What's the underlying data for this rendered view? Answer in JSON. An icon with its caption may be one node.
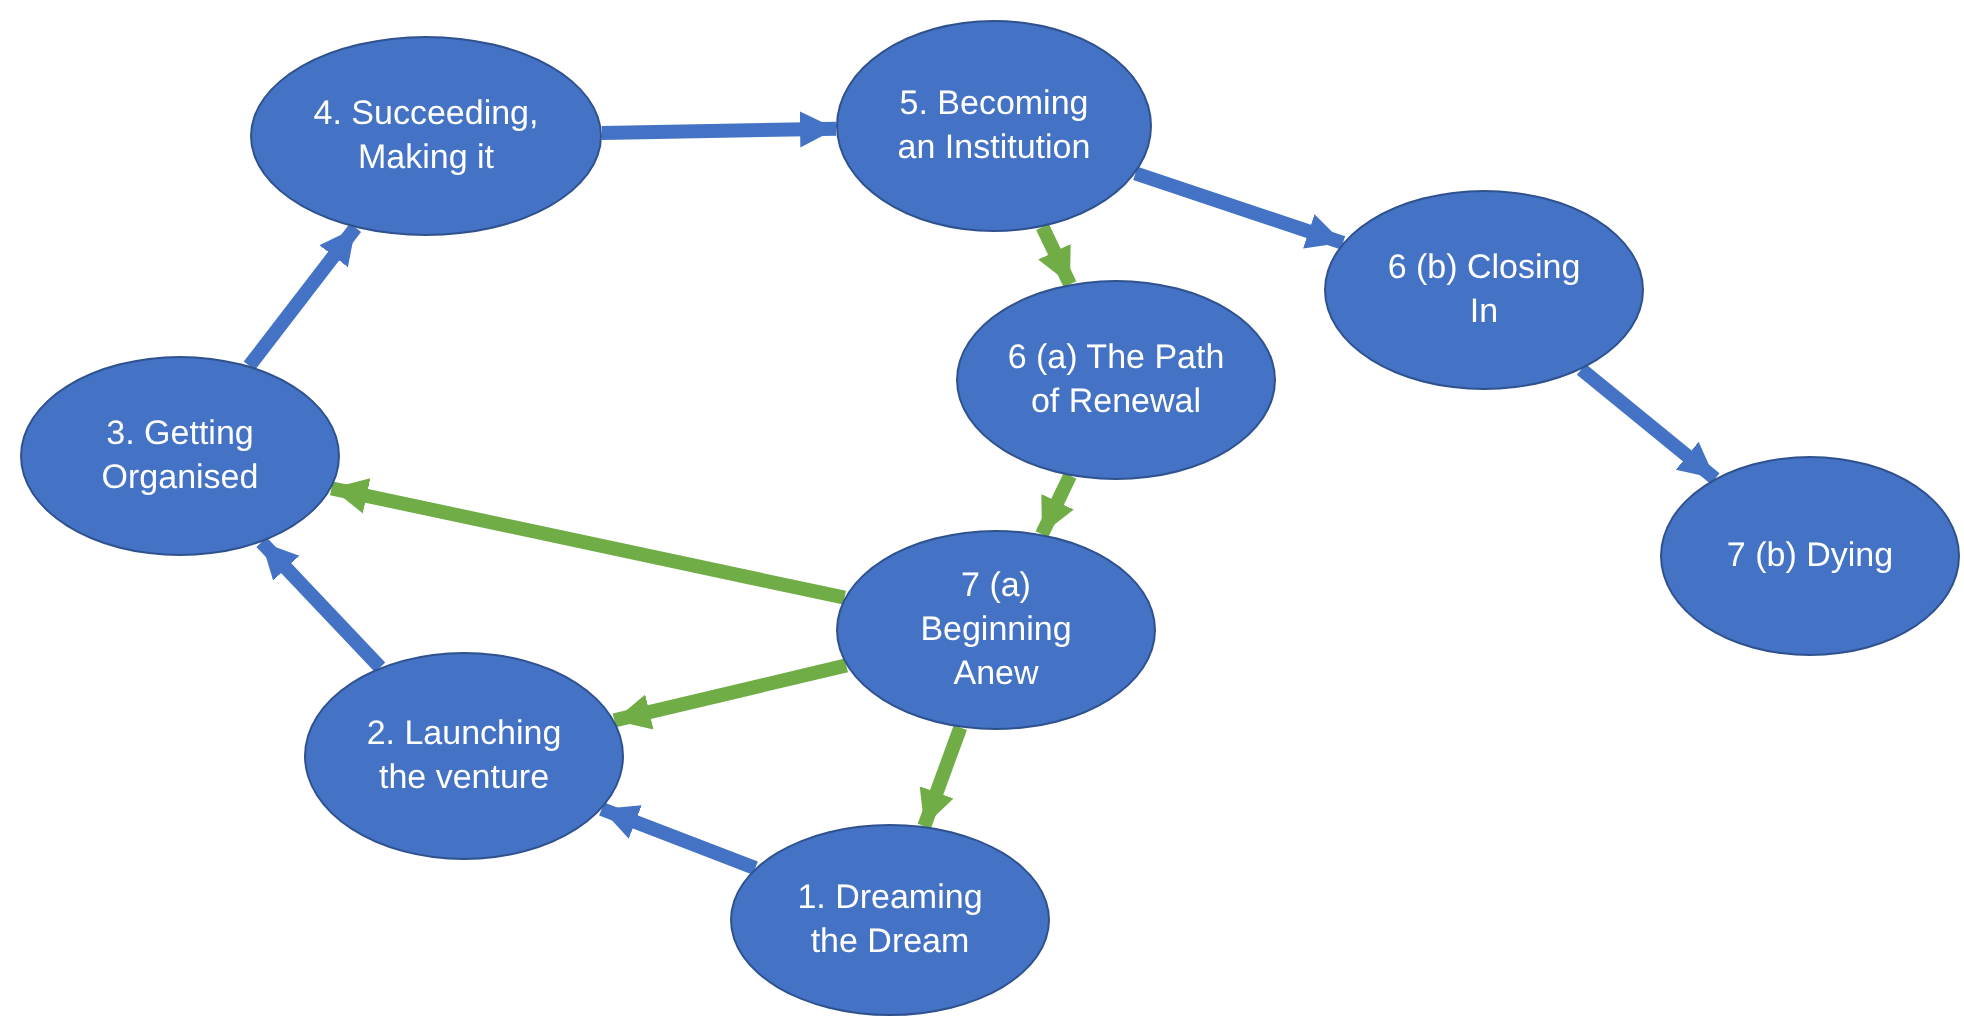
{
  "diagram": {
    "nodes": [
      {
        "text": [
          "4. Succeeding, Making it"
        ]
      },
      {
        "text": [
          "5. Becoming an Institution"
        ]
      },
      {
        "text": [
          "6 (b) Closing In"
        ]
      },
      {
        "text": [
          "6 (a) The Path of Renewal"
        ]
      },
      {
        "text": [
          "3. Getting Organised"
        ]
      },
      {
        "text": [
          "7 (b) Dying"
        ]
      },
      {
        "text": [
          "7 (a) Beginning Anew"
        ]
      },
      {
        "text": [
          "2. Launching the venture"
        ]
      },
      {
        "text": [
          "1. Dreaming the Dream"
        ]
      }
    ],
    "edges": [
      {
        "from": 8,
        "to": 7,
        "arrow": "to"
      },
      {
        "from": 7,
        "to": 4,
        "arrow": "to"
      },
      {
        "from": 4,
        "to": 0,
        "arrow": "to"
      },
      {
        "from": 0,
        "to": 1,
        "arrow": "to"
      },
      {
        "from": 1,
        "to": 2,
        "arrow": "to"
      },
      {
        "from": 2,
        "to": 5,
        "arrow": "to"
      },
      {
        "from": 1,
        "to": 3,
        "arrow": "to",
        "color": "#70ad47"
      },
      {
        "from": 3,
        "to": 6,
        "arrow": "to",
        "color": "#70ad47"
      },
      {
        "from": 6,
        "to": 4,
        "arrow": "to",
        "color": "#70ad47"
      },
      {
        "from": 6,
        "to": 7,
        "arrow": "to",
        "color": "#70ad47"
      },
      {
        "from": 6,
        "to": 8,
        "arrow": "to",
        "color": "#70ad47"
      }
    ]
  }
}
